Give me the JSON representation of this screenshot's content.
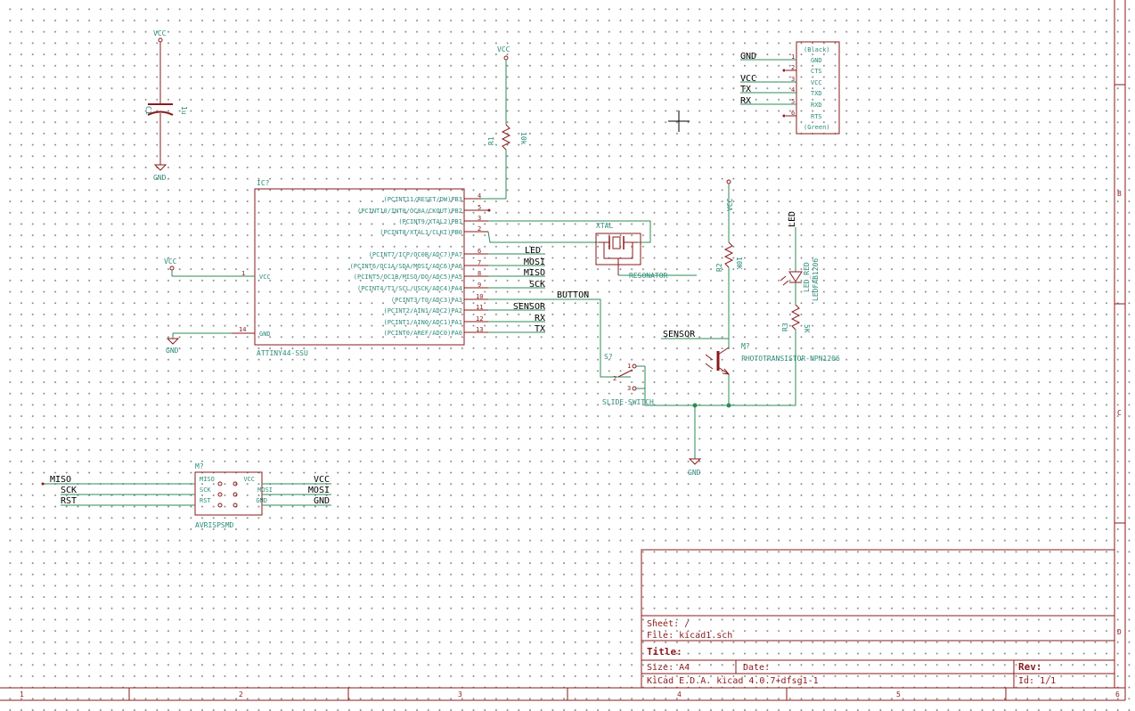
{
  "cursor_mark": "+",
  "power": {
    "vcc": "VCC",
    "gnd": "GND"
  },
  "c1": {
    "ref": "C1",
    "value": "1u"
  },
  "r1": {
    "ref": "R1",
    "value": "10k"
  },
  "r2": {
    "ref": "R2",
    "value": "10K"
  },
  "r3": {
    "ref": "R3",
    "value": "5K"
  },
  "ic": {
    "ref": "IC?",
    "value": "ATTINY44-SSU",
    "left_pins": [
      {
        "num": "1",
        "name": "VCC"
      },
      {
        "num": "14",
        "name": "GND"
      }
    ],
    "right_pins": [
      {
        "num": "4",
        "name": "(PCINT11/RESET/DW)PB3"
      },
      {
        "num": "5",
        "name": "(PCINT10/INT0/OC0A/CKOUT)PB2"
      },
      {
        "num": "3",
        "name": "(PCINT9/XTAL2)PB1"
      },
      {
        "num": "2",
        "name": "(PCINT8/XTAL1/CLKI)PB0"
      },
      {
        "num": "6",
        "name": "(PCINT7/ICP/OC0B/ADC7)PA7"
      },
      {
        "num": "7",
        "name": "(PCINT6/OC1A/SDA/MOSI/ADC6)PA6"
      },
      {
        "num": "8",
        "name": "(PCINT5/OC1B/MISO/DO/ADC5)PA5"
      },
      {
        "num": "9",
        "name": "(PCINT4/T1/SCL/USCK/ADC4)PA4"
      },
      {
        "num": "10",
        "name": "(PCINT3/T0/ADC3)PA3"
      },
      {
        "num": "11",
        "name": "(PCINT2/AIN1/ADC2)PA2"
      },
      {
        "num": "12",
        "name": "(PCINT1/AIN0/ADC1)PA1"
      },
      {
        "num": "13",
        "name": "(PCINT0/AREF/ADC0)PA0"
      }
    ],
    "net_labels": [
      "LED",
      "MOSI",
      "MISO",
      "SCK",
      "BUTTON",
      "SENSOR",
      "RX",
      "TX"
    ]
  },
  "xtal": {
    "ref": "XTAL",
    "value": "RESONATOR"
  },
  "ftdi": {
    "top": "(Black)",
    "bottom": "(Green)",
    "pins": [
      {
        "num": "1",
        "name": "GND",
        "net": "GND"
      },
      {
        "num": "2",
        "name": "CTS",
        "net": ""
      },
      {
        "num": "3",
        "name": "VCC",
        "net": "VCC"
      },
      {
        "num": "4",
        "name": "TXD",
        "net": "TX"
      },
      {
        "num": "5",
        "name": "RXD",
        "net": "RX"
      },
      {
        "num": "6",
        "name": "RTS",
        "net": ""
      }
    ]
  },
  "switch": {
    "ref": "S?",
    "value": "SLIDE-SWITCH",
    "pins": [
      "1",
      "2",
      "3"
    ]
  },
  "phototransistor": {
    "ref": "M?",
    "value": "PHOTOTRANSISTOR-NPN1206",
    "net": "SENSOR"
  },
  "led": {
    "ref": "LED_RED",
    "value": "LEDFAB1206",
    "net": "LED"
  },
  "avr": {
    "ref": "M?",
    "value": "AVRISPSMD",
    "left": [
      {
        "pin": "MISO",
        "net": "MISO"
      },
      {
        "pin": "SCK",
        "net": "SCK"
      },
      {
        "pin": "RST",
        "net": "RST"
      }
    ],
    "right": [
      {
        "pin": "VCC",
        "net": "VCC"
      },
      {
        "pin": "MOSI",
        "net": "MOSI"
      },
      {
        "pin": "GND",
        "net": "GND"
      }
    ]
  },
  "title_block": {
    "sheet": "Sheet: /",
    "file": "File: kicad1.sch",
    "title": "Title:",
    "size": "Size: A4",
    "date": "Date:",
    "rev": "Rev:",
    "tool": "KiCad E.D.A.  kicad 4.0.7+dfsg1-1",
    "id": "Id: 1/1"
  },
  "frame": {
    "columns": [
      "1",
      "2",
      "3",
      "4",
      "5",
      "6"
    ],
    "rows": [
      "B",
      "C",
      "D"
    ]
  }
}
